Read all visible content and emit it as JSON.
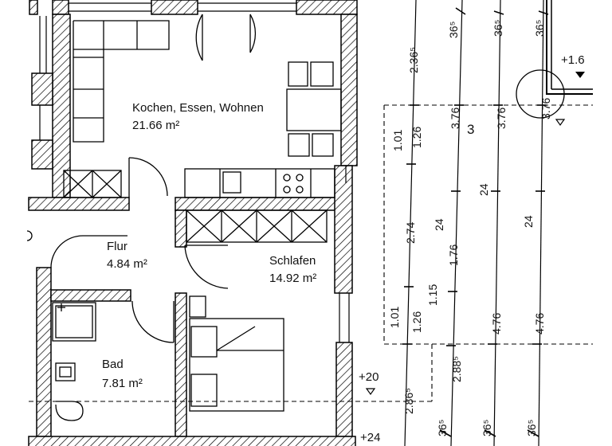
{
  "rooms": [
    {
      "name": "Kochen, Essen, Wohnen",
      "area": "21.66 m²"
    },
    {
      "name": "Flur",
      "area": "4.84 m²"
    },
    {
      "name": "Schlafen",
      "area": "14.92 m²"
    },
    {
      "name": "Bad",
      "area": "7.81 m²"
    }
  ],
  "levels": {
    "top_right": "+1.6",
    "mid": "+20",
    "bottom": "+24"
  },
  "section_number": "3",
  "dimensions": {
    "col1": [
      "2.36⁵",
      "1.01",
      "2.74",
      "1.01",
      "2.86⁵"
    ],
    "col2": [
      "36⁵",
      "1.26",
      "24",
      "1.76",
      "1.26",
      "1.15",
      "2.88⁵",
      "36⁵"
    ],
    "col3": [
      "36⁵",
      "3.76",
      "24",
      "4.76",
      "36⁵"
    ],
    "col4": [
      "36⁵",
      "3.76",
      "24",
      "4.76",
      "36⁵"
    ]
  }
}
